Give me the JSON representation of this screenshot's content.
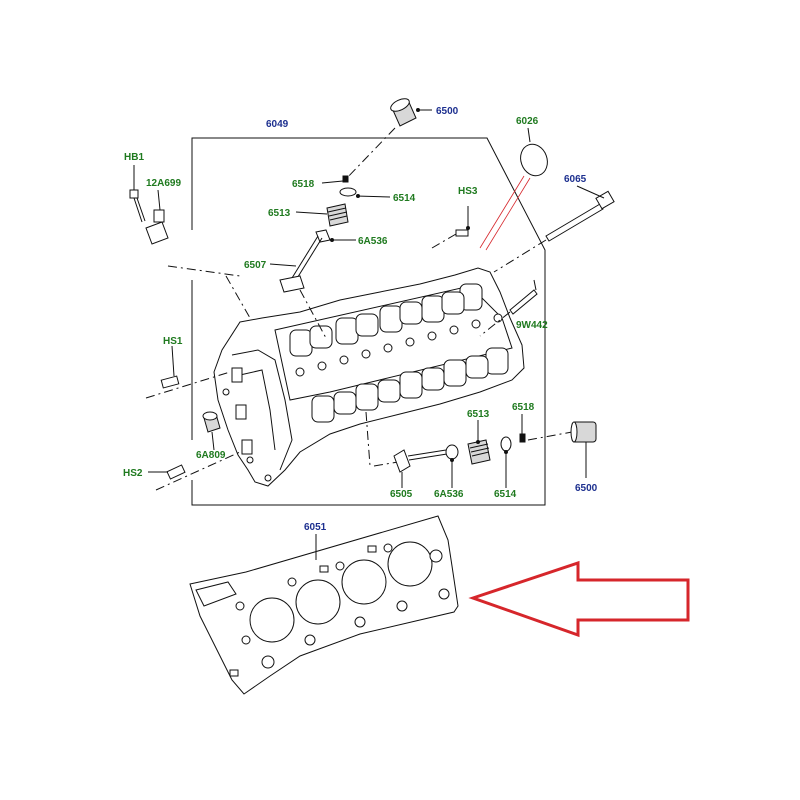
{
  "diagram": {
    "colors": {
      "label_green": "#1f7a1f",
      "label_blue": "#1c2f8f",
      "line": "#111111",
      "arrow": "#d6262b"
    },
    "labels": {
      "hb1": "HB1",
      "p12a699": "12A699",
      "hs1": "HS1",
      "hs2": "HS2",
      "hs3": "HS3",
      "p6a809": "6A809",
      "p6049": "6049",
      "p6500_top": "6500",
      "p6518_top": "6518",
      "p6514_top": "6514",
      "p6513_top": "6513",
      "p6a536_top": "6A536",
      "p6507": "6507",
      "p6026": "6026",
      "p6065": "6065",
      "p9w442": "9W442",
      "p6513_bottom": "6513",
      "p6518_bottom": "6518",
      "p6505": "6505",
      "p6a536_bottom": "6A536",
      "p6514_bottom": "6514",
      "p6500_bottom": "6500",
      "p6051": "6051"
    }
  }
}
